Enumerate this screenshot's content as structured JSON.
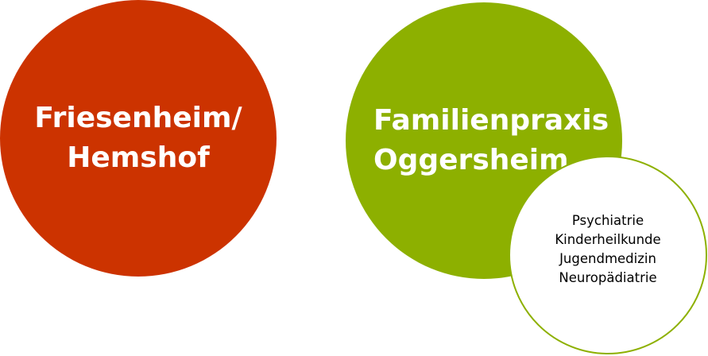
{
  "left_circle": {
    "line1": "Friesenheim/",
    "line2": "Hemshof",
    "color": "#cc3300"
  },
  "right_circle": {
    "line1": "Familienpraxis",
    "line2": "Oggersheim",
    "color": "#8db000"
  },
  "specialties": {
    "items": [
      "Psychiatrie",
      "Kinderheilkunde",
      "Jugendmedizin",
      "Neuropädiatrie"
    ],
    "border_color": "#8db000"
  }
}
